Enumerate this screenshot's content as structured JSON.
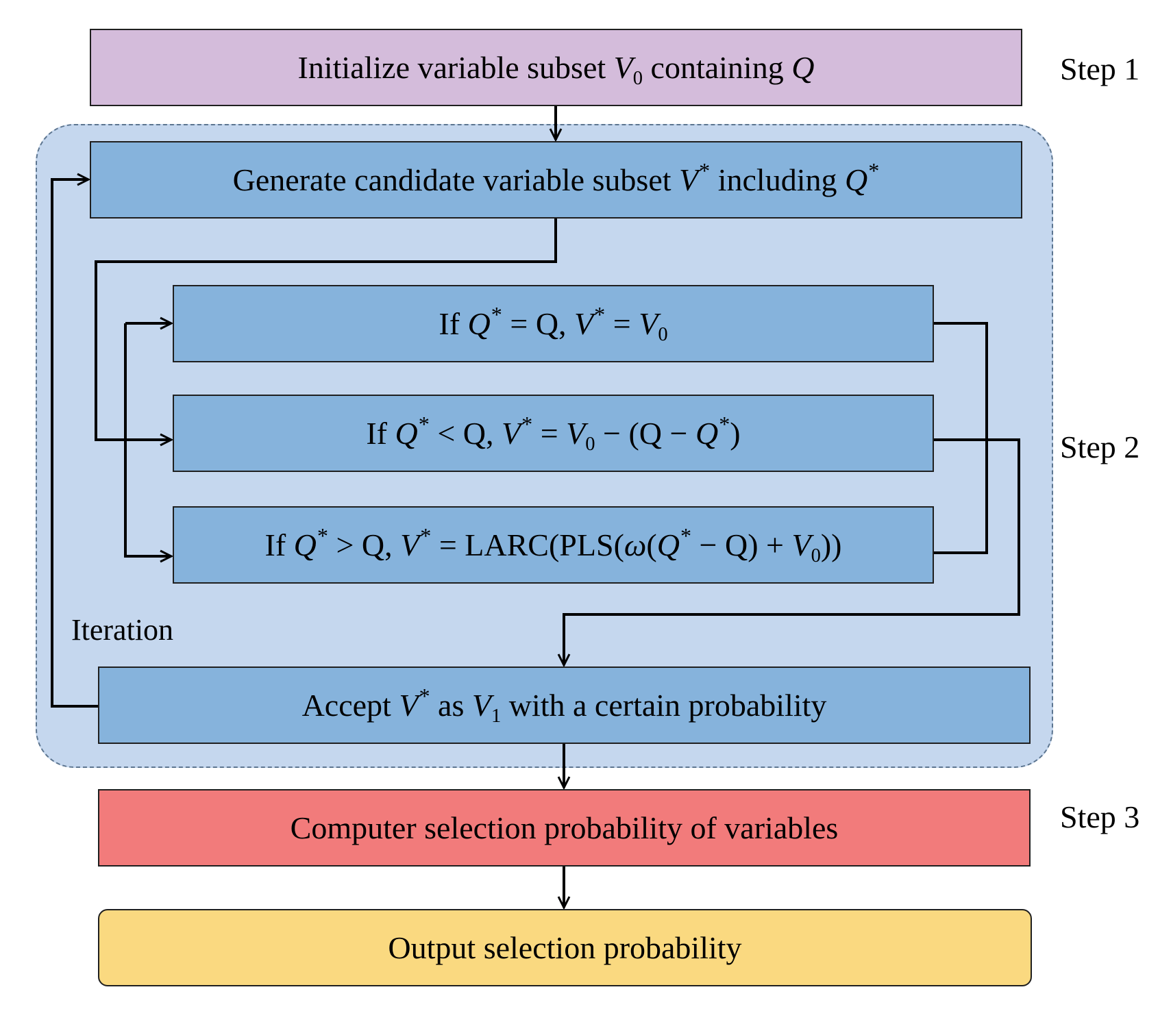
{
  "boxes": {
    "init": {
      "prefix": "Initialize variable subset ",
      "v": "V",
      "v_sub": "0",
      "middle": " containing ",
      "q": "Q"
    },
    "generate": {
      "prefix": "Generate candidate variable subset ",
      "v": "V",
      "v_sup": "*",
      "middle": " including ",
      "q": "Q",
      "q_sup": "*"
    },
    "cond_eq": {
      "if": "If ",
      "q": "Q",
      "q_sup": "*",
      "rel": " = Q, ",
      "v": "V",
      "v_sup": "*",
      "eq": " = ",
      "v0": "V",
      "v0_sub": "0"
    },
    "cond_lt": {
      "if": "If ",
      "q": "Q",
      "q_sup": "*",
      "rel": " < Q, ",
      "v": "V",
      "v_sup": "*",
      "eq": " = ",
      "v0": "V",
      "v0_sub": "0",
      "tail1": " − (Q − ",
      "q2": "Q",
      "q2_sup": "*",
      "tail2": ")"
    },
    "cond_gt": {
      "if": "If ",
      "q": "Q",
      "q_sup": "*",
      "rel": " > Q, ",
      "v": "V",
      "v_sup": "*",
      "eq": " = LARC(PLS(",
      "omega": "ω",
      "mid": "(",
      "q2": "Q",
      "q2_sup": "*",
      "minus": " − Q) + ",
      "v0": "V",
      "v0_sub": "0",
      "tail": "))"
    },
    "accept": {
      "prefix": "Accept ",
      "v": "V",
      "v_sup": "*",
      "middle": " as ",
      "v1": "V",
      "v1_sub": "1",
      "suffix": " with a certain probability"
    },
    "compute": {
      "label": "Computer selection probability of variables"
    },
    "output": {
      "label": "Output selection probability"
    }
  },
  "labels": {
    "step1": "Step 1",
    "step2": "Step 2",
    "step3": "Step 3",
    "iteration": "Iteration"
  },
  "colors": {
    "init": "#d4bcdb",
    "process": "#86b3dc",
    "compute": "#f27b7b",
    "output": "#fad980",
    "region": "#c5d7ee"
  }
}
